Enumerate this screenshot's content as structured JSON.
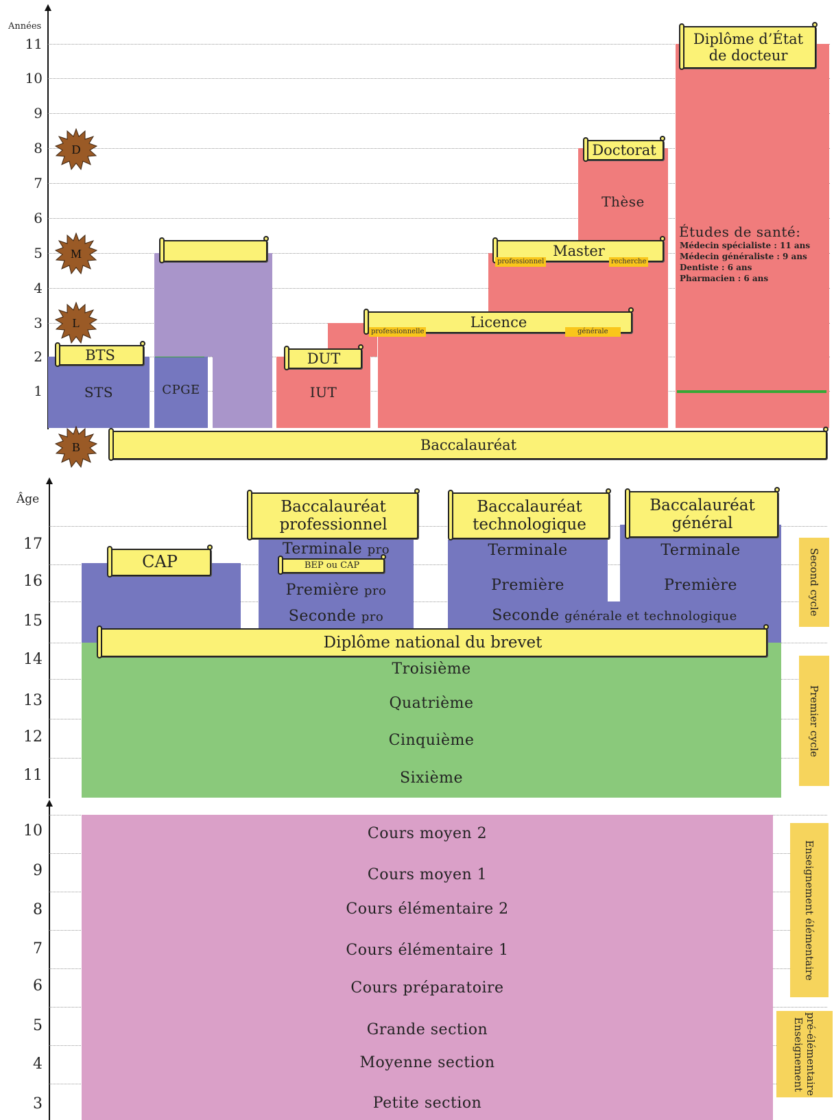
{
  "top": {
    "axis_title": "Années",
    "ticks": [
      "1",
      "2",
      "3",
      "4",
      "5",
      "6",
      "7",
      "8",
      "9",
      "10",
      "11"
    ],
    "stars": [
      "D",
      "M",
      "L",
      "B"
    ],
    "labels": {
      "sts": "STS",
      "cpge": "CPGE",
      "iut": "IUT",
      "these": "Thèse",
      "sante_title": "Études de santé:",
      "sante_lines": [
        "Médecin spécialiste : 11 ans",
        "Médecin généraliste : 9 ans",
        "Dentiste : 6 ans",
        "Pharmacien : 6 ans"
      ]
    },
    "scrolls": {
      "bts": "BTS",
      "dut": "DUT",
      "licence": "Licence",
      "master": "Master",
      "doctorat": "Doctorat",
      "diplome_line1": "Diplôme d’État",
      "diplome_line2": "de docteur",
      "bac": "Baccalauréat",
      "cpge_empty": ""
    },
    "tags": {
      "licence_pro": "professionnelle",
      "licence_gen": "générale",
      "master_pro": "professionnel",
      "master_rech": "recherche"
    }
  },
  "middle": {
    "axis_title": "Âge",
    "ticks": [
      "11",
      "12",
      "13",
      "14",
      "15",
      "16",
      "17"
    ],
    "scrolls": {
      "cap": "CAP",
      "bac_pro_1": "Baccalauréat",
      "bac_pro_2": "professionnel",
      "bac_techno_1": "Baccalauréat",
      "bac_techno_2": "technologique",
      "bac_gen_1": "Baccalauréat",
      "bac_gen_2": "général",
      "brevet": "Diplôme national du brevet",
      "bep": "BEP ou CAP"
    },
    "labels": {
      "terminale_pro": "Terminale",
      "premiere_pro": "Première",
      "seconde_pro": "Seconde",
      "pro_suffix": "pro",
      "terminale_techno": "Terminale",
      "premiere_techno": "Première",
      "terminale_gen": "Terminale",
      "premiere_gen": "Première",
      "seconde_gt": "Seconde",
      "seconde_gt_suffix": "générale et technologique",
      "troisieme": "Troisième",
      "quatrieme": "Quatrième",
      "cinquieme": "Cinquième",
      "sixieme": "Sixième"
    },
    "sides": {
      "second_cycle": "Second cycle",
      "premier_cycle": "Premier cycle"
    }
  },
  "bottom": {
    "ticks": [
      "3",
      "4",
      "5",
      "6",
      "7",
      "8",
      "9",
      "10"
    ],
    "labels": {
      "cm2": "Cours moyen 2",
      "cm1": "Cours moyen 1",
      "ce2": "Cours élémentaire 2",
      "ce1": "Cours élémentaire 1",
      "cp": "Cours préparatoire",
      "gs": "Grande section",
      "ms": "Moyenne section",
      "ps": "Petite section"
    },
    "sides": {
      "elementaire": "Enseignement élémentaire",
      "pre_elem_1": "Enseignement",
      "pre_elem_2": "pré-élémentaire"
    }
  },
  "colors": {
    "blue": "#7577bf",
    "violet": "#a995ca",
    "red": "#f07c7c",
    "green": "#8ac97b",
    "pink": "#daa0c8",
    "scroll": "#fbf276",
    "tag": "#f9c61b",
    "side": "#f6d45c",
    "star": "#9a5a26"
  }
}
